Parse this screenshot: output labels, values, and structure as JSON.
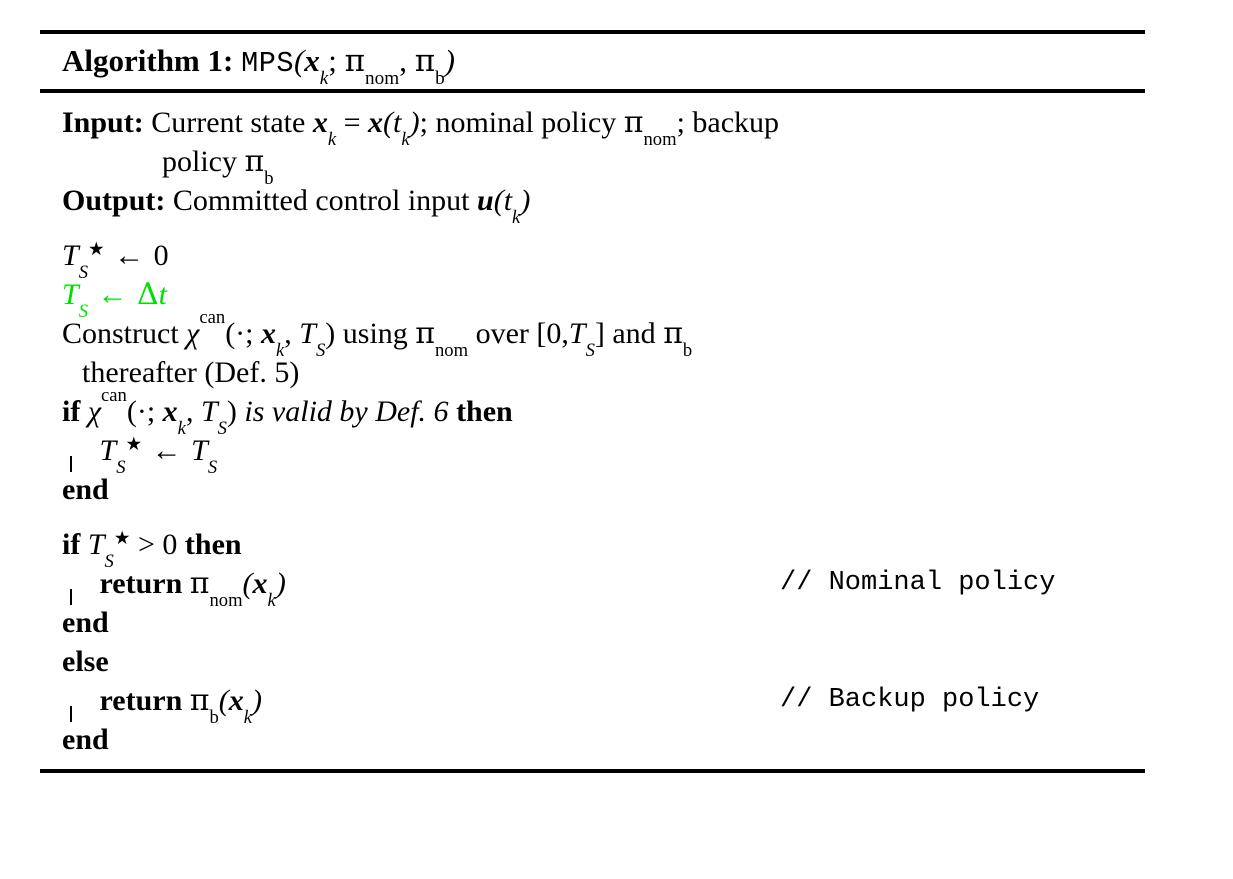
{
  "document": {
    "type": "algorithm-pseudocode",
    "caption": {
      "label": "Algorithm 1:",
      "name": "MPS",
      "signature_open": "(",
      "arg_state": "x",
      "arg_state_sub": "k",
      "sep1": ";",
      "arg_pi_nom": "π",
      "arg_pi_nom_sub": "nom",
      "sep2": ",",
      "arg_pi_b": "π",
      "arg_pi_b_sub": "b",
      "signature_close": ")"
    },
    "io": {
      "input_label": "Input:",
      "input_text_a": "Current state",
      "input_state": "x",
      "input_state_sub": "k",
      "input_eq": "=",
      "input_state2": "x",
      "input_t": "t",
      "input_t_sub": "k",
      "input_text_b": "; nominal policy",
      "input_pi_nom": "π",
      "input_pi_nom_sub": "nom",
      "input_text_c": "; backup",
      "input_wrap_text": "policy",
      "input_wrap_pi": "π",
      "input_wrap_pi_sub": "b",
      "output_label": "Output:",
      "output_text": "Committed control input",
      "output_u": "u",
      "output_t": "t",
      "output_t_sub": "k"
    },
    "lines": [
      {
        "id": "init-tstar",
        "kind": "assignment",
        "color": "#000000",
        "lhs": "T",
        "lhs_sub": "S",
        "lhs_sup": "★",
        "arrow": "←",
        "rhs": "0"
      },
      {
        "id": "init-ts-green",
        "kind": "assignment",
        "color": "#00e000",
        "lhs": "T",
        "lhs_sub": "S",
        "lhs_sup": "",
        "arrow": "←",
        "rhs_delta": "Δ",
        "rhs_t": "t"
      },
      {
        "id": "construct",
        "kind": "statement",
        "text_a": "Construct",
        "chi": "χ",
        "chi_sup": "can",
        "open": "(·;",
        "state": "x",
        "state_sub": "k",
        "comma": ",",
        "ts": "T",
        "ts_sub": "S",
        "close": ")",
        "text_b": "using",
        "pi_nom": "π",
        "pi_nom_sub": "nom",
        "text_c": "over",
        "interval": "[0,",
        "interval_ts": "T",
        "interval_ts_sub": "S",
        "interval_close": "]",
        "text_d": "and",
        "pi_b": "π",
        "pi_b_sub": "b",
        "wrap": "thereafter (Def. 5)"
      },
      {
        "id": "if-valid",
        "kind": "if",
        "keyword_if": "if",
        "chi": "χ",
        "chi_sup": "can",
        "open": "(·;",
        "state": "x",
        "state_sub": "k",
        "comma": ",",
        "ts": "T",
        "ts_sub": "S",
        "close": ")",
        "condition_italic": "is valid by Def. 6",
        "keyword_then": "then"
      },
      {
        "id": "assign-tstar",
        "kind": "assignment-indented",
        "lhs": "T",
        "lhs_sub": "S",
        "lhs_sup": "★",
        "arrow": "←",
        "rhs": "T",
        "rhs_sub": "S"
      },
      {
        "id": "end-1",
        "kind": "end",
        "keyword": "end"
      },
      {
        "id": "if-tstar-pos",
        "kind": "if",
        "keyword_if": "if",
        "lhs": "T",
        "lhs_sub": "S",
        "lhs_sup": "★",
        "op": ">",
        "rhs": "0",
        "keyword_then": "then"
      },
      {
        "id": "return-nominal",
        "kind": "return",
        "keyword": "return",
        "pi": "π",
        "pi_sub": "nom",
        "open": "(",
        "state": "x",
        "state_sub": "k",
        "close": ")",
        "comment": "// Nominal policy"
      },
      {
        "id": "end-2",
        "kind": "end",
        "keyword": "end"
      },
      {
        "id": "else",
        "kind": "else",
        "keyword": "else"
      },
      {
        "id": "return-backup",
        "kind": "return",
        "keyword": "return",
        "pi": "π",
        "pi_sub": "b",
        "open": "(",
        "state": "x",
        "state_sub": "k",
        "close": ")",
        "comment": "// Backup policy"
      },
      {
        "id": "end-3",
        "kind": "end",
        "keyword": "end"
      }
    ],
    "colors": {
      "text": "#000000",
      "highlight_green": "#00e000",
      "rule": "#000000",
      "background": "#ffffff"
    }
  }
}
